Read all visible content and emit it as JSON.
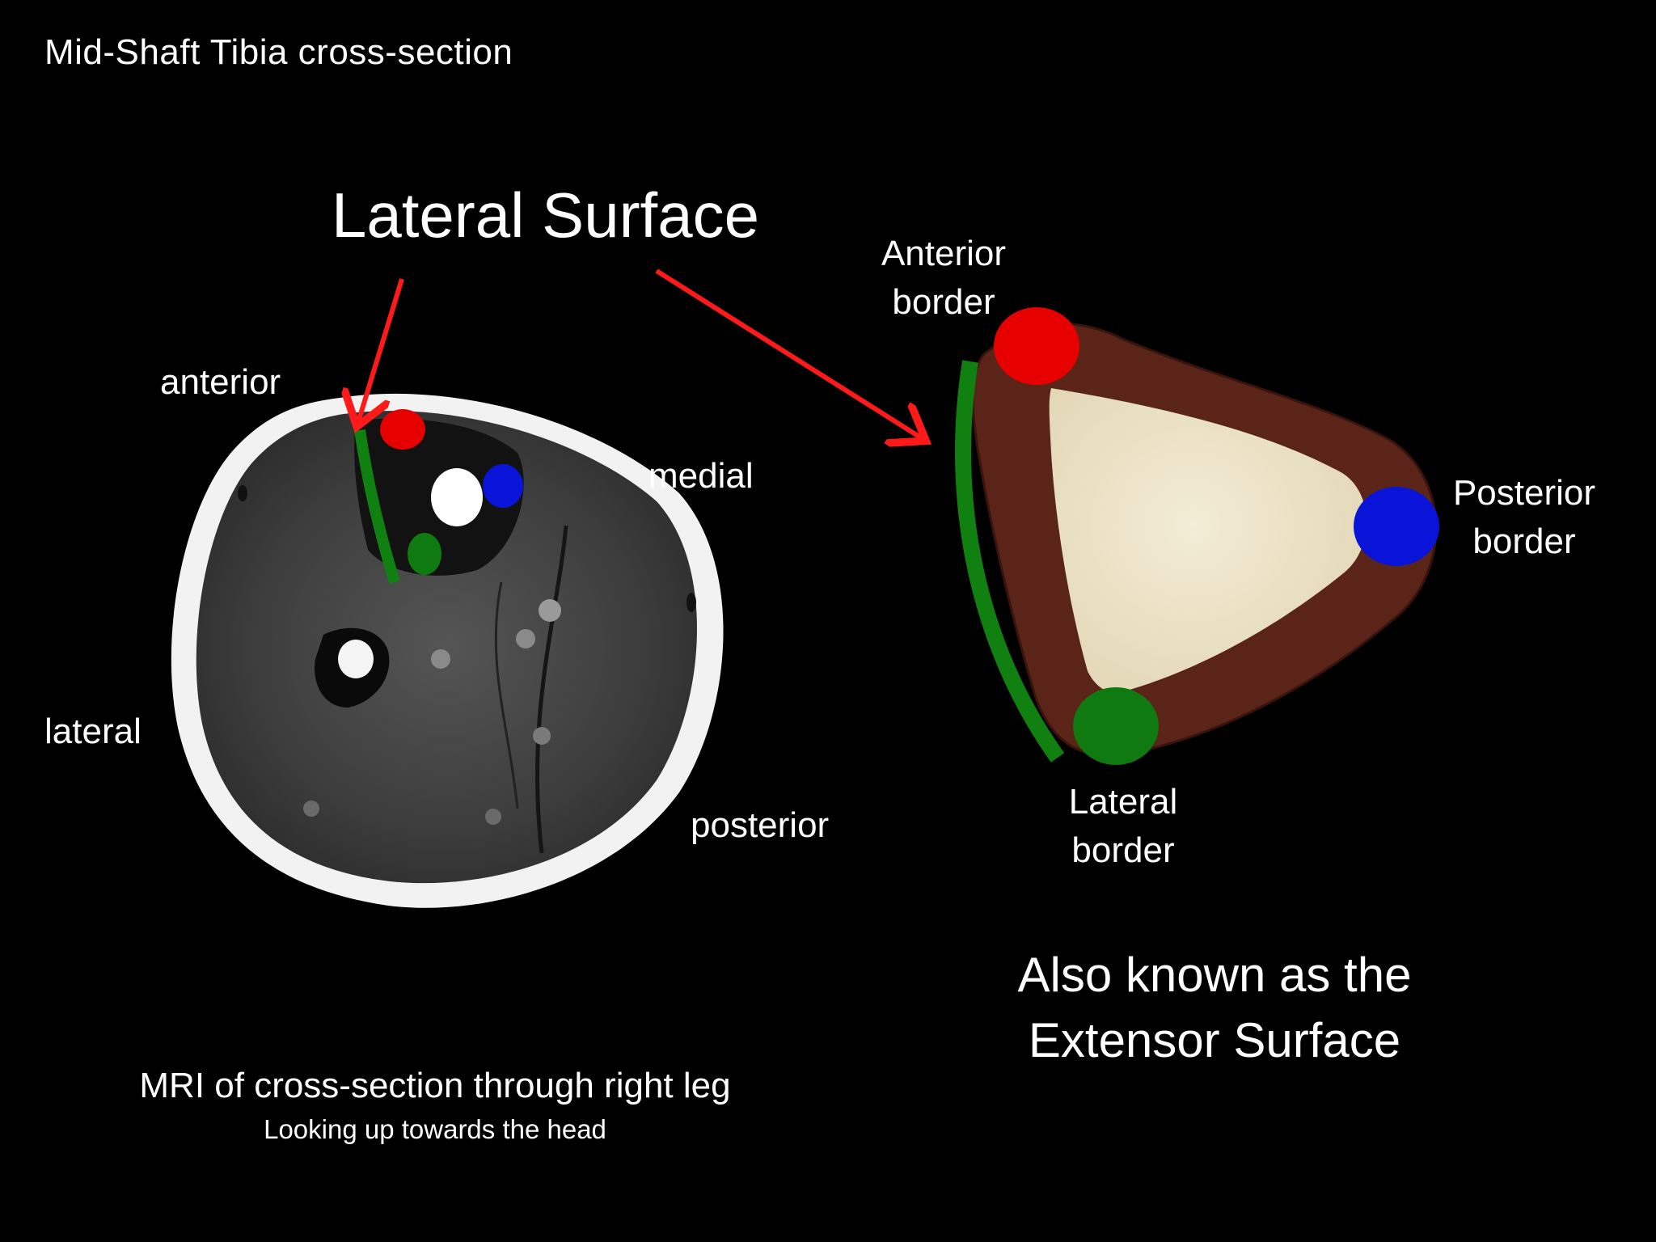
{
  "slide": {
    "title": "Mid-Shaft Tibia cross-section",
    "highlight_label": "Lateral Surface",
    "alias_line1": "Also known as the",
    "alias_line2": "Extensor Surface"
  },
  "mri": {
    "label_anterior": "anterior",
    "label_medial": "medial",
    "label_lateral": "lateral",
    "label_posterior": "posterior",
    "caption": "MRI of cross-section through right leg",
    "subcaption": "Looking up towards the head"
  },
  "schematic": {
    "anterior_border_line1": "Anterior",
    "anterior_border_line2": "border",
    "posterior_border_line1": "Posterior",
    "posterior_border_line2": "border",
    "lateral_border_line1": "Lateral",
    "lateral_border_line2": "border"
  },
  "colors": {
    "background": "#000000",
    "arrow": "#ff1a1a",
    "anterior_marker": "#e60000",
    "posterior_marker": "#0a14d8",
    "lateral_marker": "#0f7a10",
    "lateral_surface_line": "#108010",
    "cortex": "#5a2518",
    "marrow": "#efe6cc"
  }
}
